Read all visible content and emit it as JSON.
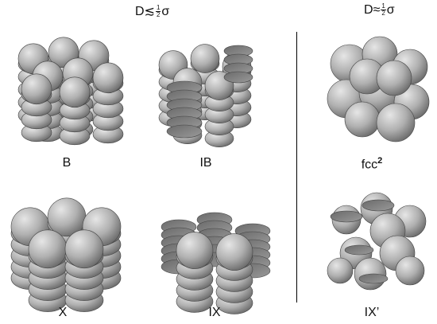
{
  "headers": {
    "left": {
      "prefix": "D",
      "relation": "≲",
      "num": "1",
      "den": "2",
      "symbol": "σ"
    },
    "right": {
      "prefix": "D",
      "relation": "≈",
      "num": "1",
      "den": "2",
      "symbol": "σ"
    }
  },
  "labels": {
    "B": "B",
    "IB": "IB",
    "fcc": "fcc",
    "fcc_sup": "2",
    "X": "X",
    "IX": "IX",
    "IXp": "IX’"
  },
  "colors": {
    "sphere_light": "#d9d9d9",
    "sphere_mid": "#a6a6a6",
    "sphere_dark": "#6a6a6a",
    "edge": "#444444"
  }
}
